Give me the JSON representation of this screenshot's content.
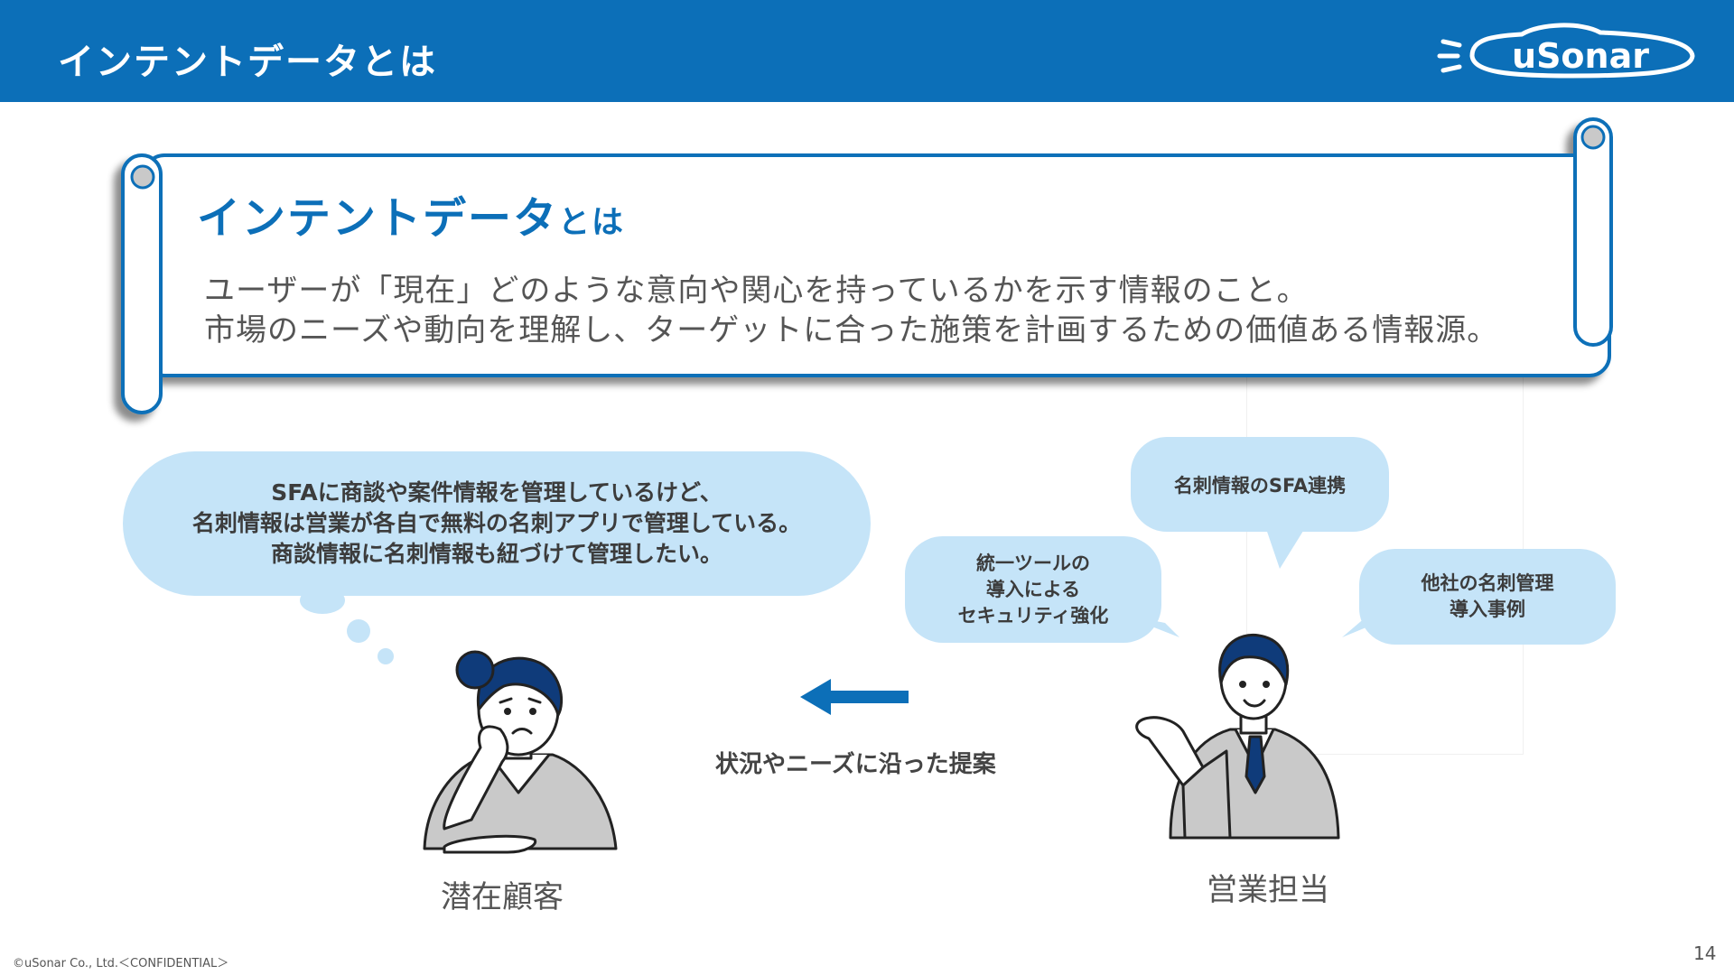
{
  "header": {
    "title": "インテントデータとは"
  },
  "logo": {
    "text": "uSonar"
  },
  "definition": {
    "title_main": "インテントデータ",
    "title_suffix": "とは",
    "line1": "ユーザーが「現在」どのような意向や関心を持っているかを示す情報のこと。",
    "line2": "市場のニーズや動向を理解し、ターゲットに合った施策を計画するための価値ある情報源。"
  },
  "customer_thought": {
    "line1": "SFAに商談や案件情報を管理しているけど、",
    "line2": "名刺情報は営業が各自で無料の名刺アプリで管理している。",
    "line3": "商談情報に名刺情報も紐づけて管理したい。"
  },
  "sales_bubbles": {
    "security": [
      "統一ツールの",
      "導入による",
      "セキュリティ強化"
    ],
    "sfa": "名刺情報のSFA連携",
    "case": [
      "他社の名刺管理",
      "導入事例"
    ]
  },
  "arrow": {
    "label": "状況やニーズに沿った提案"
  },
  "people": {
    "customer": "潜在顧客",
    "sales": "営業担当"
  },
  "footer": {
    "copyright": "©uSonar Co., Ltd.＜CONFIDENTIAL＞",
    "page": "14"
  },
  "colors": {
    "brand_blue": "#0c6fb8",
    "bubble_blue": "#c5e4f8"
  }
}
